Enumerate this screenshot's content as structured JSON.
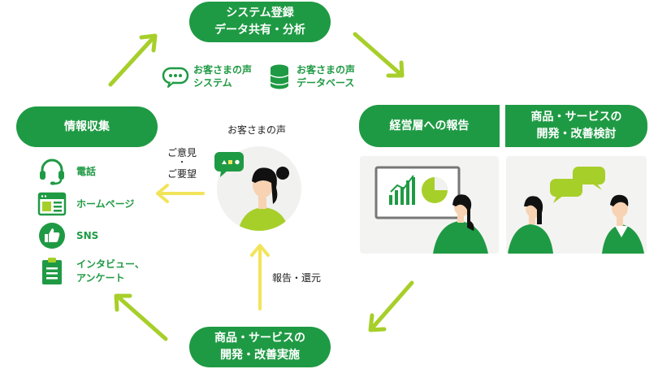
{
  "top_node": {
    "line1": "システム登録",
    "line2": "データ共有・分析"
  },
  "left_node": {
    "label": "情報収集"
  },
  "report_node": {
    "label": "経営層への報告"
  },
  "product_node": {
    "line1": "商品・サービスの",
    "line2": "開発・改善検討"
  },
  "bottom_node": {
    "line1": "商品・サービスの",
    "line2": "開発・改善実施"
  },
  "voice_system": {
    "line1": "お客さまの声",
    "line2": "システム"
  },
  "voice_db": {
    "line1": "お客さまの声",
    "line2": "データベース"
  },
  "customer": {
    "label": "お客さまの声"
  },
  "opinion": {
    "line1": "ご意見",
    "dot": "・",
    "line2": "ご要望"
  },
  "feedback": {
    "label": "報告・還元"
  },
  "channels": [
    {
      "label": "電話",
      "icon": "headset-icon"
    },
    {
      "label": "ホームページ",
      "icon": "webpage-icon"
    },
    {
      "label": "SNS",
      "icon": "thumbs-up-icon"
    },
    {
      "label1": "インタビュー、",
      "label2": "アンケート",
      "icon": "clipboard-icon"
    }
  ],
  "colors": {
    "green": "#1f9a44",
    "lime": "#a7cf2a",
    "yellow": "#f2e45a"
  }
}
